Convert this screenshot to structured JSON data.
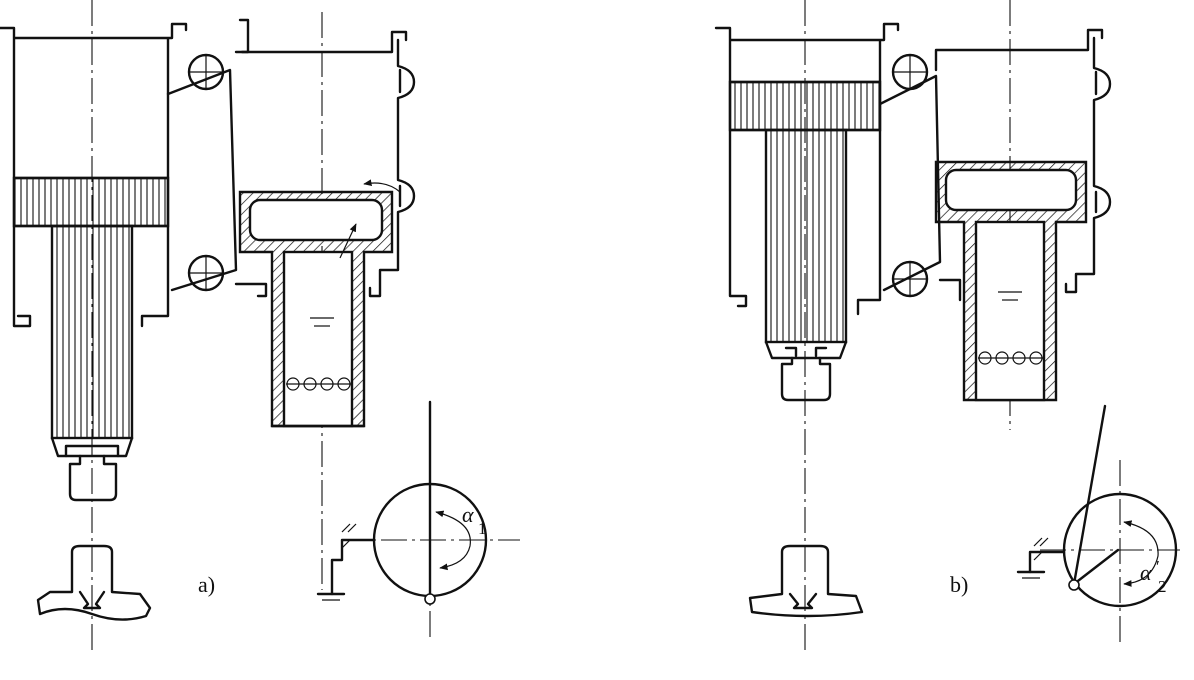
{
  "panels": [
    {
      "label": "a)",
      "angle_label": "α",
      "angle_sub": "1"
    },
    {
      "label": "b)",
      "angle_label_base": "α",
      "angle_label_sup": "′",
      "angle_label_sub": "2"
    }
  ],
  "colors": {
    "ink": "#111111",
    "background": "#ffffff"
  }
}
